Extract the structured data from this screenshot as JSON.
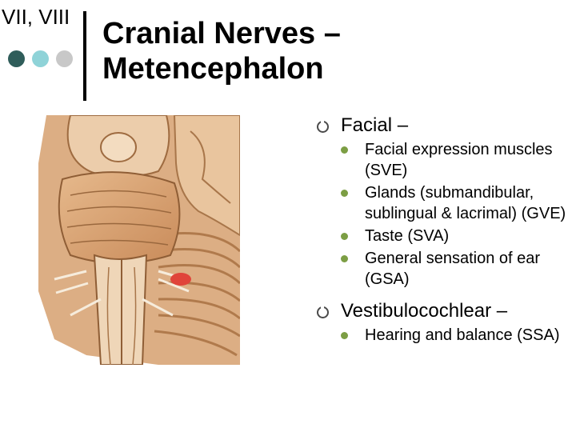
{
  "header": {
    "corner_label": "VII, VIII",
    "title": "Cranial Nerves – Metencephalon",
    "dot_colors": [
      "#2f5d5a",
      "#8fd3d8",
      "#c8c8c8"
    ]
  },
  "illustration": {
    "subject": "brainstem-cerebellum-anatomy",
    "highlight_color": "#e0443a"
  },
  "bullets": [
    {
      "label": "Facial –",
      "items": [
        "Facial expression muscles (SVE)",
        "Glands (submandibular, sublingual & lacrimal) (GVE)",
        "Taste (SVA)",
        "General sensation of ear (GSA)"
      ]
    },
    {
      "label": "Vestibulocochlear –",
      "items": [
        "Hearing and balance (SSA)"
      ]
    }
  ],
  "colors": {
    "sub_bullet": "#7c9e44"
  }
}
